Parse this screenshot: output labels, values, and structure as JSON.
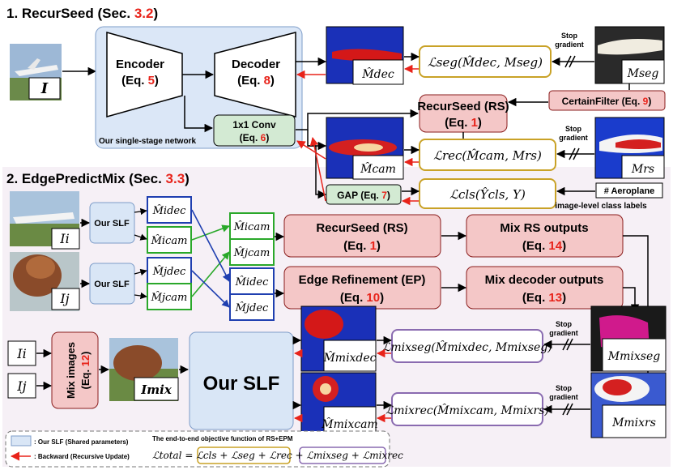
{
  "section1": {
    "prefix": "1. RecurSeed (Sec. ",
    "ref": "3.2",
    "suffix": ")"
  },
  "section2": {
    "prefix": "2. EdgePredictMix (Sec. ",
    "ref": "3.3",
    "suffix": ")"
  },
  "network_label": "Our single-stage network",
  "encoder": {
    "name": "Encoder",
    "eq_prefix": "(Eq. ",
    "eq": "5",
    "eq_suffix": ")"
  },
  "decoder": {
    "name": "Decoder",
    "eq_prefix": "(Eq. ",
    "eq": "8",
    "eq_suffix": ")"
  },
  "conv": {
    "name": "1x1 Conv",
    "eq_prefix": "(Eq. ",
    "eq": "6",
    "eq_suffix": ")"
  },
  "gap": {
    "name": "GAP (Eq. ",
    "eq": "7",
    "suffix": ")"
  },
  "recurseed": {
    "name": "RecurSeed (RS)",
    "eq_prefix": "(Eq. ",
    "eq": "1",
    "eq_suffix": ")"
  },
  "certainfilter": {
    "name": "CertainFilter (Eq. ",
    "eq": "9",
    "suffix": ")"
  },
  "stop_gradient": {
    "line1": "Stop",
    "line2": "gradient"
  },
  "aeroplane_label": "# Aeroplane",
  "class_labels_caption": "image-level class labels",
  "losses": {
    "seg": "ℒseg(M̂dec, Mseg)",
    "rec": "ℒrec(M̂cam, Mrs)",
    "cls": "ℒcls(Ŷcls, Y)",
    "seg_mix": "ℒmixseg(M̂mixdec, Mmixseg)",
    "rec_mix": "ℒmixrec(M̂mixcam, Mmixrs)"
  },
  "maps": {
    "M_dec": "M̂dec",
    "M_seg": "Mseg",
    "M_cam": "M̂cam",
    "M_rs": "Mrs",
    "M_dec_i": "M̂idec",
    "M_cam_i": "M̂icam",
    "M_dec_j": "M̂jdec",
    "M_cam_j": "M̂jcam",
    "M_dec_mix": "M̂mixdec",
    "M_cam_mix": "M̂mixcam",
    "M_seg_mix": "Mmixseg",
    "M_rs_mix": "Mmixrs"
  },
  "images": {
    "I": "I",
    "Ii": "Ii",
    "Ij": "Ij",
    "Imix": "Imix"
  },
  "our_slf": "Our SLF",
  "our_slf_big": "Our SLF",
  "epm": {
    "rs_name": "RecurSeed (RS)",
    "rs_eq_prefix": "(Eq. ",
    "rs_eq": "1",
    "rs_eq_suffix": ")",
    "ep_name": "Edge Refinement (EP)",
    "ep_eq_prefix": "(Eq. ",
    "ep_eq": "10",
    "ep_eq_suffix": ")",
    "mix_rs_name": "Mix RS outputs",
    "mix_rs_eq_prefix": "(Eq. ",
    "mix_rs_eq": "14",
    "mix_rs_eq_suffix": ")",
    "mix_dec_name": "Mix decoder outputs",
    "mix_dec_eq_prefix": "(Eq. ",
    "mix_dec_eq": "13",
    "mix_dec_eq_suffix": ")",
    "mix_images_name": "Mix images",
    "mix_images_eq_prefix": "(Eq. ",
    "mix_images_eq": "12",
    "mix_images_eq_suffix": ")"
  },
  "legend": {
    "shared": ": Our SLF (Shared parameters)",
    "backward": ": Backward (Recursive Update)",
    "objective_title": "The end-to-end objective function of RS+EPM",
    "total": "ℒtotal = ℒcls + ℒseg + ℒrec + ℒmixseg + ℒmixrec"
  },
  "colors": {
    "network_fill": "#dbe7f7",
    "slf_fill": "#d9e6f6",
    "rs_fill": "#f4c7c7",
    "rs_stroke": "#8a1c1c",
    "conv_fill": "#d3ead3",
    "loss_gold": "#c9a227",
    "loss_purple": "#8a6bb0",
    "arrow_red": "#e8231a",
    "ref_red": "#e8231a",
    "blue_box": "#1f3fb0",
    "green_box": "#2aa82a",
    "panel_bg": "#f4eef4"
  }
}
